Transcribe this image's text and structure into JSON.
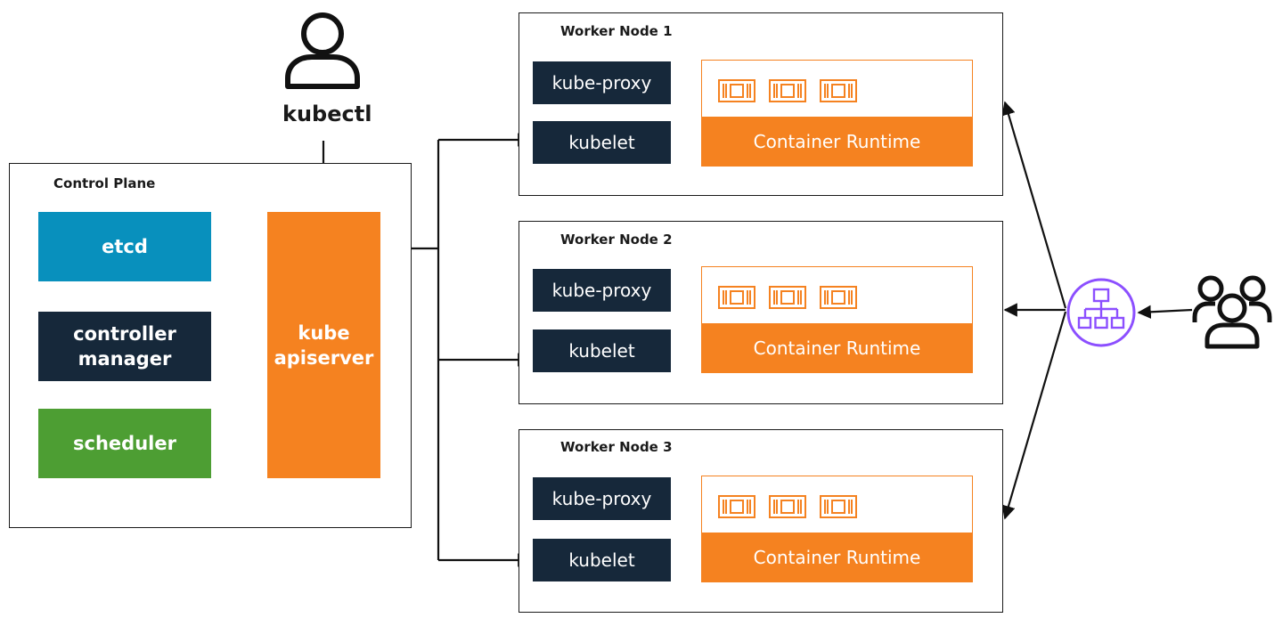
{
  "kubectl": {
    "label": "kubectl"
  },
  "control_plane": {
    "title": "Control Plane",
    "etcd": "etcd",
    "controller_manager": "controller\nmanager",
    "scheduler": "scheduler",
    "apiserver": "kube\napiserver"
  },
  "worker_nodes": [
    {
      "title": "Worker Node 1",
      "kube_proxy": "kube-proxy",
      "kubelet": "kubelet",
      "runtime": "Container Runtime"
    },
    {
      "title": "Worker Node 2",
      "kube_proxy": "kube-proxy",
      "kubelet": "kubelet",
      "runtime": "Container Runtime"
    },
    {
      "title": "Worker Node 3",
      "kube_proxy": "kube-proxy",
      "kubelet": "kubelet",
      "runtime": "Container Runtime"
    }
  ],
  "icons": {
    "user": "user-icon",
    "users": "users-group-icon",
    "load_balancer": "load-balancer-icon",
    "container": "container-chip-icon"
  },
  "colors": {
    "dark_navy": "#16283a",
    "etcd_blue": "#0890bd",
    "scheduler_green": "#4d9e33",
    "orange": "#f58220",
    "load_balancer_purple": "#8c4fff"
  }
}
